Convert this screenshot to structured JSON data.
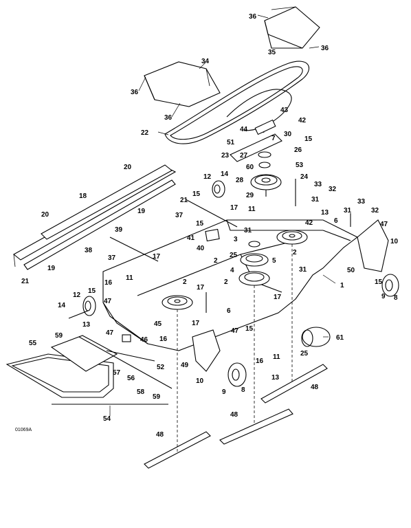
{
  "diagram": {
    "code": "01069A",
    "callouts": [
      {
        "id": "c1",
        "text": "1"
      },
      {
        "id": "c2a",
        "text": "2"
      },
      {
        "id": "c2b",
        "text": "2"
      },
      {
        "id": "c2c",
        "text": "2"
      },
      {
        "id": "c2d",
        "text": "2"
      },
      {
        "id": "c3",
        "text": "3"
      },
      {
        "id": "c4",
        "text": "4"
      },
      {
        "id": "c5",
        "text": "5"
      },
      {
        "id": "c6a",
        "text": "6"
      },
      {
        "id": "c6b",
        "text": "6"
      },
      {
        "id": "c7",
        "text": "7"
      },
      {
        "id": "c8a",
        "text": "8"
      },
      {
        "id": "c8b",
        "text": "8"
      },
      {
        "id": "c9a",
        "text": "9"
      },
      {
        "id": "c9b",
        "text": "9"
      },
      {
        "id": "c10a",
        "text": "10"
      },
      {
        "id": "c10b",
        "text": "10"
      },
      {
        "id": "c11a",
        "text": "11"
      },
      {
        "id": "c11b",
        "text": "11"
      },
      {
        "id": "c11c",
        "text": "11"
      },
      {
        "id": "c12a",
        "text": "12"
      },
      {
        "id": "c12b",
        "text": "12"
      },
      {
        "id": "c13a",
        "text": "13"
      },
      {
        "id": "c13b",
        "text": "13"
      },
      {
        "id": "c13c",
        "text": "13"
      },
      {
        "id": "c14a",
        "text": "14"
      },
      {
        "id": "c14b",
        "text": "14"
      },
      {
        "id": "c15a",
        "text": "15"
      },
      {
        "id": "c15b",
        "text": "15"
      },
      {
        "id": "c15c",
        "text": "15"
      },
      {
        "id": "c15d",
        "text": "15"
      },
      {
        "id": "c15e",
        "text": "15"
      },
      {
        "id": "c15f",
        "text": "15"
      },
      {
        "id": "c16a",
        "text": "16"
      },
      {
        "id": "c16b",
        "text": "16"
      },
      {
        "id": "c16c",
        "text": "16"
      },
      {
        "id": "c17a",
        "text": "17"
      },
      {
        "id": "c17b",
        "text": "17"
      },
      {
        "id": "c17c",
        "text": "17"
      },
      {
        "id": "c17d",
        "text": "17"
      },
      {
        "id": "c17e",
        "text": "17"
      },
      {
        "id": "c18",
        "text": "18"
      },
      {
        "id": "c19a",
        "text": "19"
      },
      {
        "id": "c19b",
        "text": "19"
      },
      {
        "id": "c20a",
        "text": "20"
      },
      {
        "id": "c20b",
        "text": "20"
      },
      {
        "id": "c21a",
        "text": "21"
      },
      {
        "id": "c21b",
        "text": "21"
      },
      {
        "id": "c22",
        "text": "22"
      },
      {
        "id": "c23",
        "text": "23"
      },
      {
        "id": "c24",
        "text": "24"
      },
      {
        "id": "c25a",
        "text": "25"
      },
      {
        "id": "c25b",
        "text": "25"
      },
      {
        "id": "c26",
        "text": "26"
      },
      {
        "id": "c27",
        "text": "27"
      },
      {
        "id": "c28",
        "text": "28"
      },
      {
        "id": "c29",
        "text": "29"
      },
      {
        "id": "c30",
        "text": "30"
      },
      {
        "id": "c31a",
        "text": "31"
      },
      {
        "id": "c31b",
        "text": "31"
      },
      {
        "id": "c31c",
        "text": "31"
      },
      {
        "id": "c31d",
        "text": "31"
      },
      {
        "id": "c32a",
        "text": "32"
      },
      {
        "id": "c32b",
        "text": "32"
      },
      {
        "id": "c33a",
        "text": "33"
      },
      {
        "id": "c33b",
        "text": "33"
      },
      {
        "id": "c34",
        "text": "34"
      },
      {
        "id": "c35",
        "text": "35"
      },
      {
        "id": "c36a",
        "text": "36"
      },
      {
        "id": "c36b",
        "text": "36"
      },
      {
        "id": "c36c",
        "text": "36"
      },
      {
        "id": "c36d",
        "text": "36"
      },
      {
        "id": "c37a",
        "text": "37"
      },
      {
        "id": "c37b",
        "text": "37"
      },
      {
        "id": "c38",
        "text": "38"
      },
      {
        "id": "c39",
        "text": "39"
      },
      {
        "id": "c40",
        "text": "40"
      },
      {
        "id": "c41",
        "text": "41"
      },
      {
        "id": "c42a",
        "text": "42"
      },
      {
        "id": "c42b",
        "text": "42"
      },
      {
        "id": "c43",
        "text": "43"
      },
      {
        "id": "c44",
        "text": "44"
      },
      {
        "id": "c45",
        "text": "45"
      },
      {
        "id": "c46",
        "text": "46"
      },
      {
        "id": "c47a",
        "text": "47"
      },
      {
        "id": "c47b",
        "text": "47"
      },
      {
        "id": "c47c",
        "text": "47"
      },
      {
        "id": "c47d",
        "text": "47"
      },
      {
        "id": "c48a",
        "text": "48"
      },
      {
        "id": "c48b",
        "text": "48"
      },
      {
        "id": "c48c",
        "text": "48"
      },
      {
        "id": "c49",
        "text": "49"
      },
      {
        "id": "c50",
        "text": "50"
      },
      {
        "id": "c51",
        "text": "51"
      },
      {
        "id": "c52",
        "text": "52"
      },
      {
        "id": "c53",
        "text": "53"
      },
      {
        "id": "c54",
        "text": "54"
      },
      {
        "id": "c55",
        "text": "55"
      },
      {
        "id": "c56",
        "text": "56"
      },
      {
        "id": "c57",
        "text": "57"
      },
      {
        "id": "c58",
        "text": "58"
      },
      {
        "id": "c59a",
        "text": "59"
      },
      {
        "id": "c59b",
        "text": "59"
      },
      {
        "id": "c60",
        "text": "60"
      },
      {
        "id": "c61",
        "text": "61"
      }
    ]
  }
}
